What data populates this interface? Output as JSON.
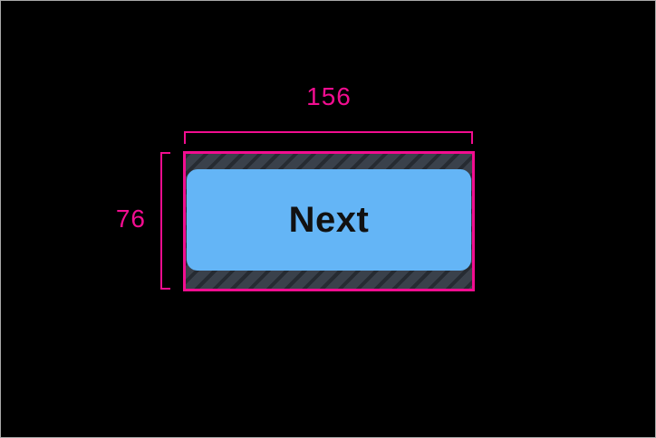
{
  "screen": {
    "background_color": "#000000",
    "frame_border_color": "#a9a9a9"
  },
  "measurement_overlay": {
    "accent_color": "#f20d90",
    "width_label": "156",
    "height_label": "76",
    "hatch_base_color": "#3a414b",
    "hatch_stripe_color": "#262b32"
  },
  "button": {
    "label": "Next",
    "fill_color": "#64b5f6",
    "text_color": "#111111"
  }
}
